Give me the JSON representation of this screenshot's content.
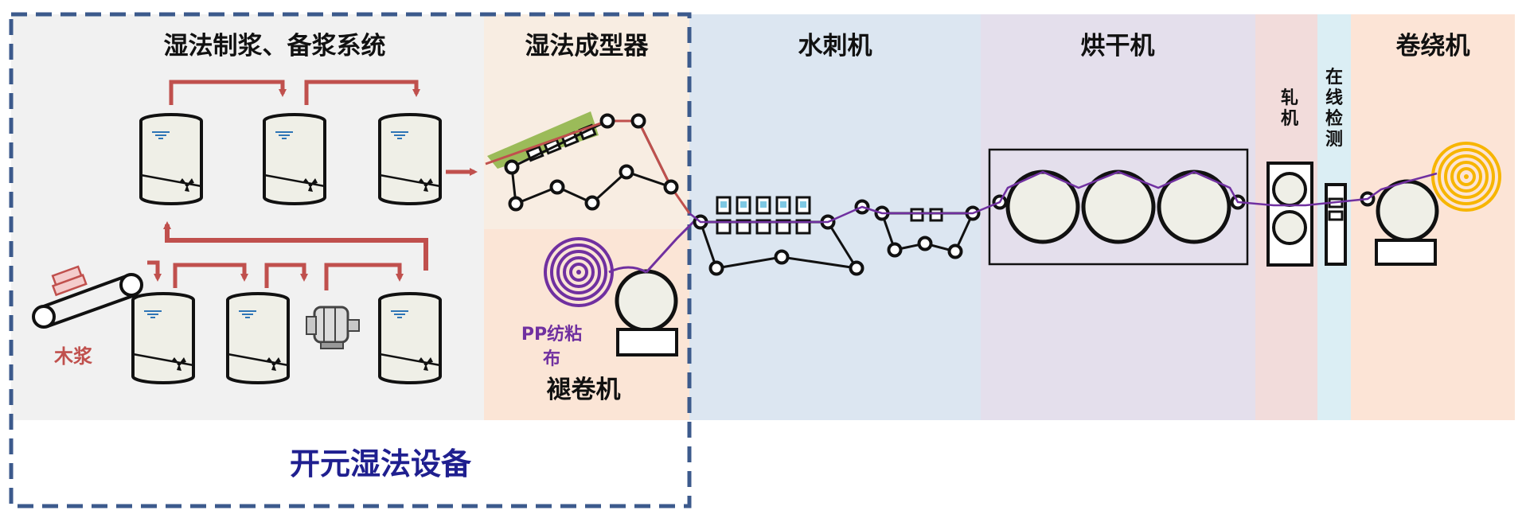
{
  "colors": {
    "pulp_bg": "#f1f1f1",
    "forming_bg": "#f8ede2",
    "unwinder_bg": "#fbe5d6",
    "hydro_bg": "#dce6f1",
    "dryer_bg": "#e4dfec",
    "calender_bg": "#f2dcdb",
    "inspection_bg": "#dbeef4",
    "winder_bg": "#fce4d6",
    "red_arrow": "#c0504d",
    "purple_line": "#7030a0",
    "green_belt": "#9bbb59",
    "dash_border": "#3c5a8c",
    "navy_text": "#1f1f8f",
    "gold_roll": "#f7b500"
  },
  "sections": {
    "pulping": "湿法制浆、备浆系统",
    "forming": "湿法成型器",
    "hydroentangle": "水刺机",
    "dryer": "烘干机",
    "calender": "轧机",
    "inspection": "在线检测",
    "winder": "卷绕机",
    "unwinder": "褪卷机"
  },
  "labels": {
    "wood_pulp": "木浆",
    "pp_spunbond_line1": "PP纺粘",
    "pp_spunbond_line2": "布",
    "wetlaid_equipment": "开元湿法设备"
  },
  "icons": [
    "tank-icon",
    "mixer-icon",
    "conveyor-icon",
    "pump-icon",
    "spiral-roll-icon",
    "roller-icon",
    "dryer-cylinder-icon",
    "suction-box-icon"
  ]
}
